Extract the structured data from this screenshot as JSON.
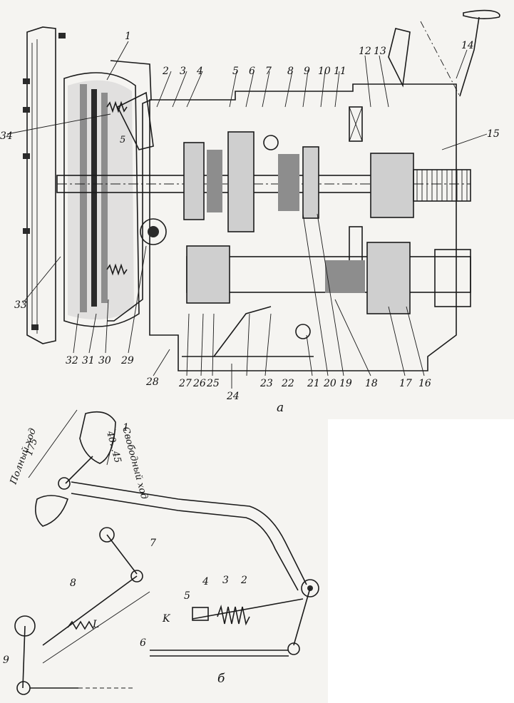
{
  "drawing_a": {
    "caption": "а",
    "part_labels": [
      "1",
      "2",
      "3",
      "4",
      "5",
      "6",
      "7",
      "8",
      "9",
      "10",
      "11",
      "12",
      "13",
      "14",
      "15",
      "16",
      "17",
      "18",
      "19",
      "20",
      "21",
      "22",
      "23",
      "24",
      "25",
      "26",
      "27",
      "28",
      "29",
      "30",
      "31",
      "32",
      "33",
      "34"
    ],
    "section_mark": "5"
  },
  "drawing_b": {
    "caption": "б",
    "dim_full_travel": "Полный ход",
    "dim_full_travel_value": "175",
    "dim_free_travel": "Свободный ход",
    "dim_free_travel_value": "40...45",
    "dim_length": "L",
    "point_label": "K",
    "part_labels": [
      "1",
      "2",
      "3",
      "4",
      "5",
      "6",
      "7",
      "8",
      "9"
    ]
  }
}
